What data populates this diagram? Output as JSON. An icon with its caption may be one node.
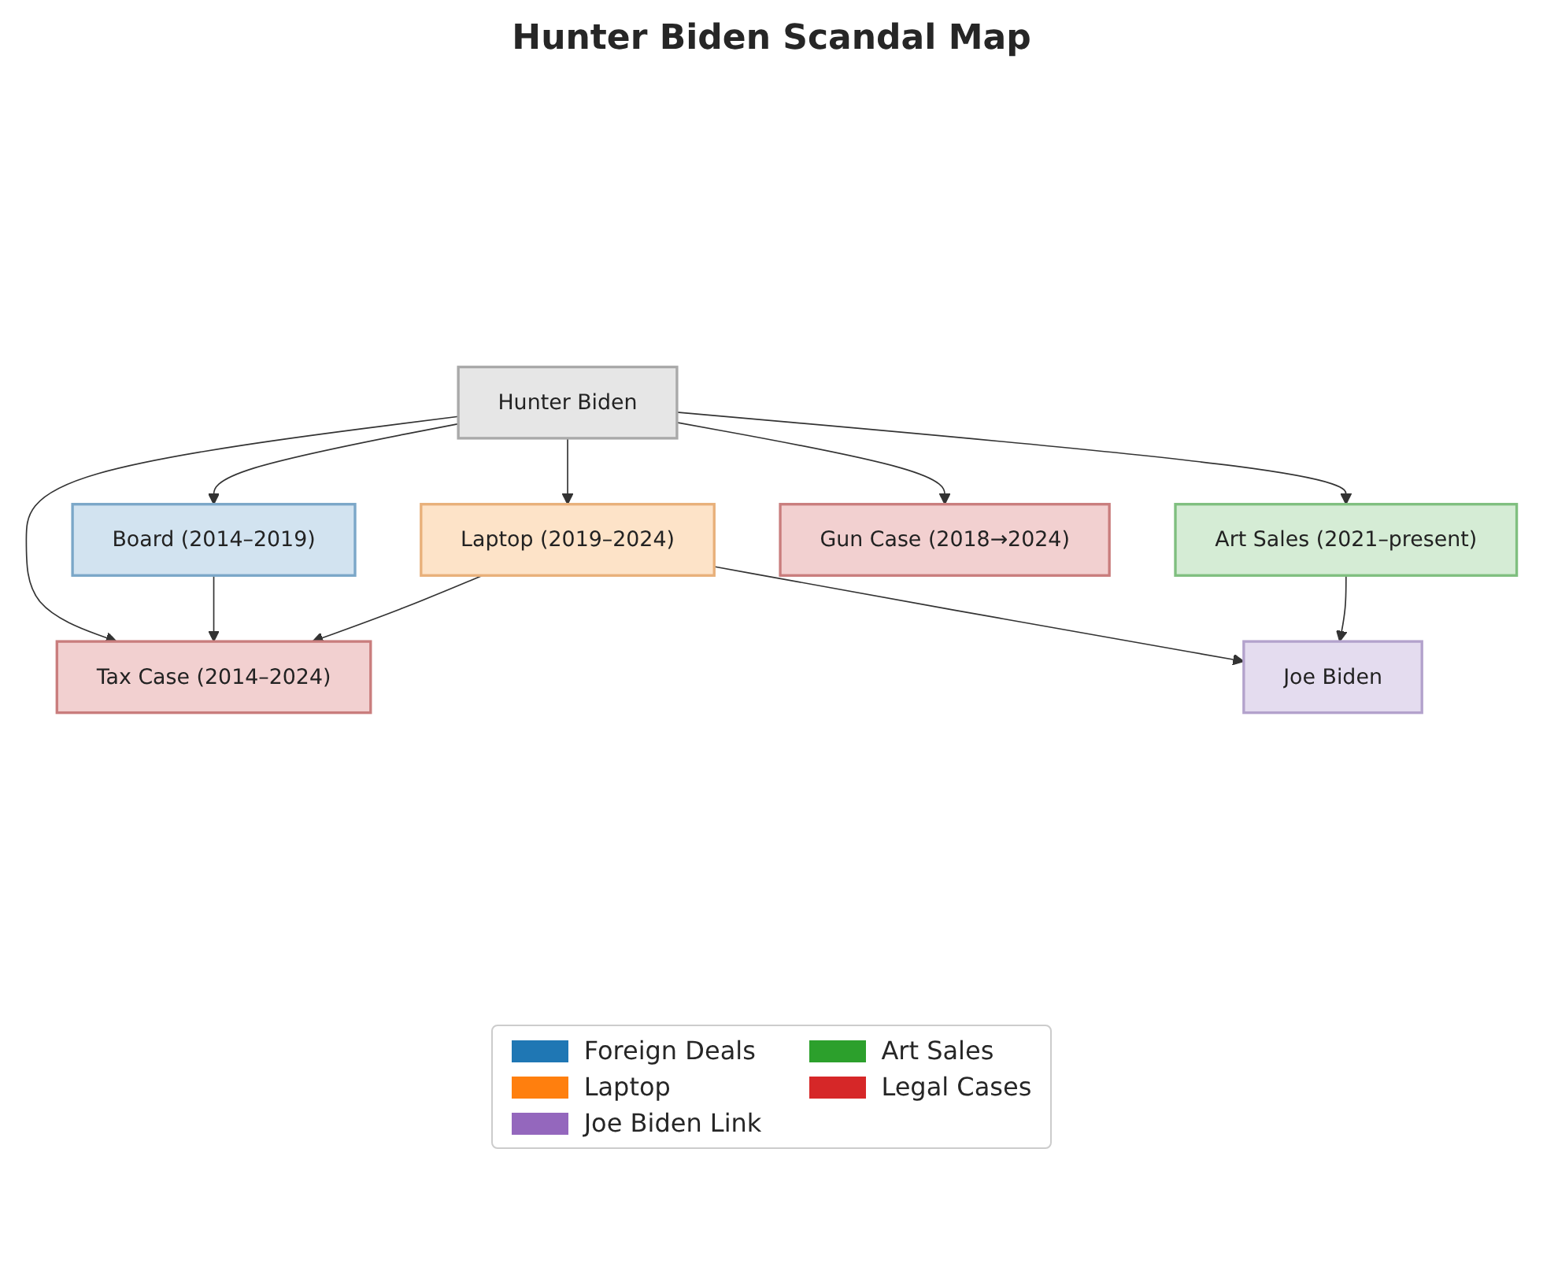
{
  "diagram": {
    "title": "Hunter Biden Scandal Map",
    "nodes": [
      {
        "text": [
          "Hunter Biden"
        ]
      },
      {
        "text": [
          "Board (2014–2019)"
        ]
      },
      {
        "text": [
          "Art Sales (2021–present)"
        ]
      },
      {
        "text": [
          "Laptop (2019–2024)"
        ]
      },
      {
        "text": [
          "Gun Case (2018→2024)"
        ]
      },
      {
        "text": [
          "Tax Case (2014–2024)"
        ]
      },
      {
        "text": [
          "Joe Biden"
        ]
      }
    ],
    "edges": [
      {
        "from": 0,
        "to": 1,
        "arrow": "to"
      },
      {
        "from": 0,
        "to": 4,
        "arrow": "to"
      },
      {
        "from": 0,
        "to": 3,
        "arrow": "to"
      },
      {
        "from": 0,
        "to": 5,
        "arrow": "to"
      },
      {
        "from": 0,
        "to": 2,
        "arrow": "to"
      },
      {
        "from": 1,
        "to": 5,
        "arrow": "to"
      },
      {
        "from": 3,
        "to": 5,
        "arrow": "to"
      },
      {
        "from": 3,
        "to": 6,
        "arrow": "to"
      },
      {
        "from": 2,
        "to": 6,
        "arrow": "to"
      }
    ],
    "legend": [
      {
        "text": "Foreign Deals",
        "color": "#1f77b4"
      },
      {
        "text": "Art Sales",
        "color": "#2ca02c"
      },
      {
        "text": "Laptop",
        "color": "#ff7f0e"
      },
      {
        "text": "Legal Cases",
        "color": "#d62728"
      },
      {
        "text": "Joe Biden Link",
        "color": "#9467bd"
      }
    ]
  }
}
